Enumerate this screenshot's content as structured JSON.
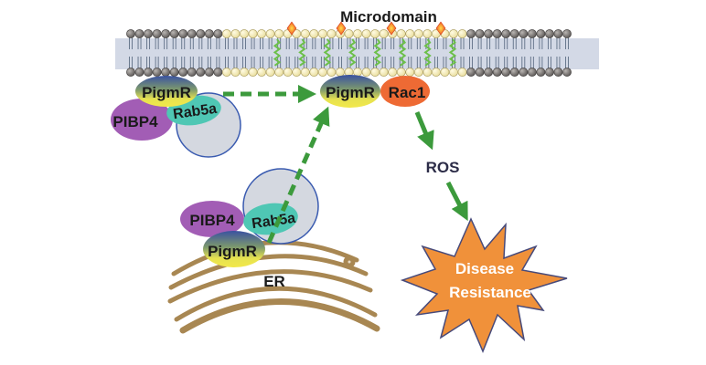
{
  "title": "Microdomain",
  "labels": {
    "pigmr_left": "PigmR",
    "pibp4_left": "PIBP4",
    "rab5a_left": "Rab5a",
    "pigmr_membrane": "PigmR",
    "rac1": "Rac1",
    "pibp4_er": "PIBP4",
    "rab5a_er": "Rab5a",
    "pigmr_er": "PigmR",
    "er": "ER",
    "ros": "ROS",
    "outcome_line1": "Disease",
    "outcome_line2": "Resistance"
  },
  "colors": {
    "membrane_band": "#d3d9e6",
    "head_gray": "#6e6a68",
    "head_yellow": "#f6efc2",
    "raft_green": "#6cc04a",
    "raft_marker": "#f0521c",
    "pigmr_top": "#3a52a0",
    "pigmr_bottom": "#f2e84a",
    "pibp4": "#a25db5",
    "rab5a": "#4fc7b4",
    "vesicle": "#d4d8e0",
    "vesicle_stroke": "#3a5bb0",
    "rac1": "#ee6a34",
    "arrow_green": "#3c9a3c",
    "er_fill": "#e9dcc6",
    "er_stroke": "#a88752",
    "burst": "#f0913a",
    "burst_stroke": "#474a7a",
    "ros_text": "#2d2d48",
    "outcome_text": "#ffffff"
  },
  "membrane": {
    "lipid_pairs": 51,
    "microdomain_raft_count": 8,
    "microdomain_marker_count": 4
  }
}
